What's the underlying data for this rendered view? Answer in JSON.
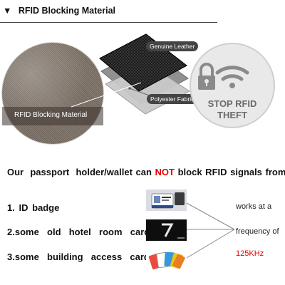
{
  "header": {
    "arrow": "▼",
    "title": "RFID Blocking Material"
  },
  "illustration": {
    "circle_label": "RFID Blocking Material",
    "layer_top_label": "Genuine Leather",
    "layer_bottom_label": "Polyester Fabric",
    "stop_line1": "STOP RFID",
    "stop_line2": "THEFT"
  },
  "headline": {
    "before": "Our  passport  holder/wallet can ",
    "emphasis": "NOT",
    "after": " block RFID signals from"
  },
  "items": [
    {
      "label": "1. ID badge"
    },
    {
      "label": "2.some  old  hotel  room  cards"
    },
    {
      "label": "3.some  building  access  cards"
    }
  ],
  "side_notes": {
    "line1": "works at a",
    "line2": "frequency of",
    "frequency": "125KHz"
  },
  "colors": {
    "accent_red": "#e60000",
    "dark": "#111111"
  }
}
